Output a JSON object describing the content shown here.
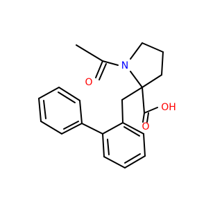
{
  "molecule": {
    "atoms": {
      "nitrogen": "N",
      "carbonyl_oxygen": "O",
      "acid_oxygen": "O",
      "hydroxyl": "OH"
    },
    "colors": {
      "bond": "#000000",
      "nitrogen": "#0000ff",
      "oxygen": "#ff0000"
    }
  }
}
